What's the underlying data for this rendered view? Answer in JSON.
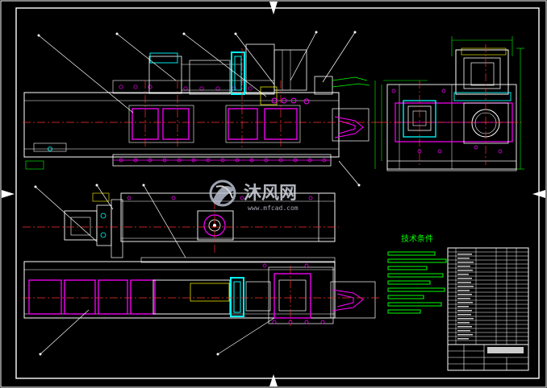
{
  "colors": {
    "background": "#000000",
    "frame": "#ffffff",
    "outline": "#ffffff",
    "centerline": "#ff3030",
    "magenta": "#ff00ff",
    "cyan": "#00ffff",
    "yellow": "#ffff00",
    "green": "#00ff00",
    "leader": "#ffffff"
  },
  "notes": {
    "title": "技术条件"
  },
  "watermark": {
    "brand": "沐风网",
    "url": "www.mfcad.com"
  },
  "icons": {
    "watermark_logo": "mufeng-logo-icon",
    "frame_mark": "triangle-marker-icon"
  }
}
